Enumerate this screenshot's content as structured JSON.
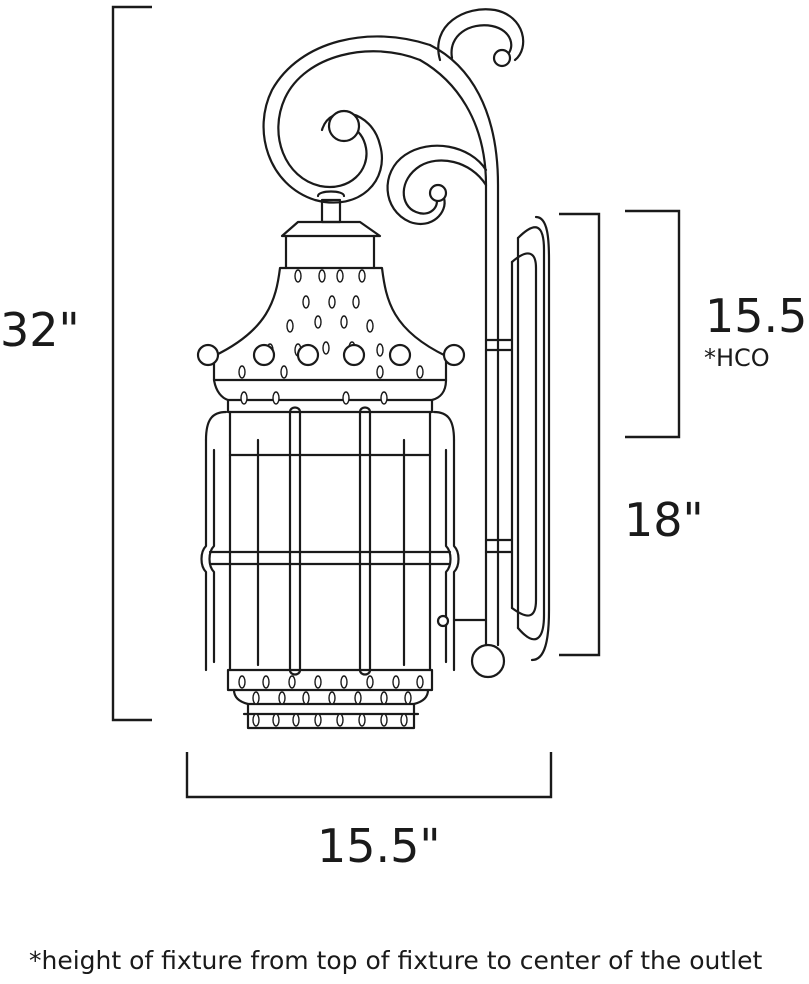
{
  "dimensions": {
    "height_total": "32\"",
    "width": "15.5\"",
    "backplate_height": "18\"",
    "hco": "15.5\"",
    "hco_tag": "*HCO"
  },
  "footnote": "*height of fixture from top of fixture to center of the outlet",
  "colors": {
    "line": "#1a1a1a",
    "background": "#ffffff"
  }
}
